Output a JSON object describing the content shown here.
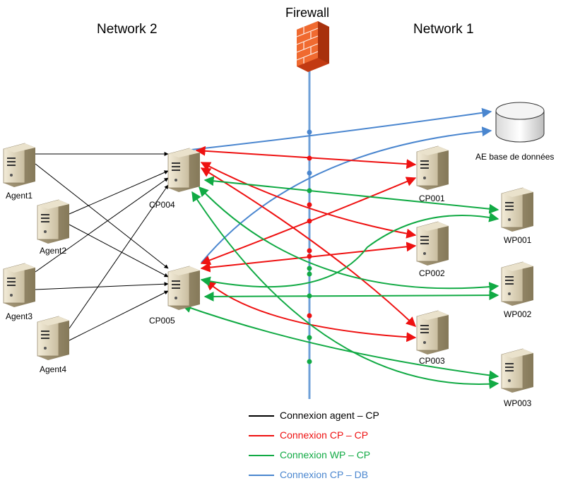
{
  "headers": {
    "network2": "Network 2",
    "network1": "Network 1",
    "firewall": "Firewall"
  },
  "nodes": {
    "agent1": "Agent1",
    "agent2": "Agent2",
    "agent3": "Agent3",
    "agent4": "Agent4",
    "cp004": "CP004",
    "cp005": "CP005",
    "cp001": "CP001",
    "cp002": "CP002",
    "cp003": "CP003",
    "wp001": "WP001",
    "wp002": "WP002",
    "wp003": "WP003",
    "db": "AE base de données"
  },
  "legend": [
    {
      "label": "Connexion agent – CP",
      "color": "#000000"
    },
    {
      "label": "Connexion CP  – CP",
      "color": "#ee1111"
    },
    {
      "label": "Connexion WP – CP",
      "color": "#11aa44"
    },
    {
      "label": "Connexion CP  – DB",
      "color": "#4a86cf"
    }
  ],
  "colors": {
    "agent_cp": "#000000",
    "cp_cp": "#ee1111",
    "wp_cp": "#11aa44",
    "cp_db": "#4a86cf",
    "firewall_brick": "#e8582a"
  },
  "icons": {
    "server": "server-tower-icon",
    "database": "database-cylinder-icon",
    "firewall": "firewall-brick-icon"
  }
}
